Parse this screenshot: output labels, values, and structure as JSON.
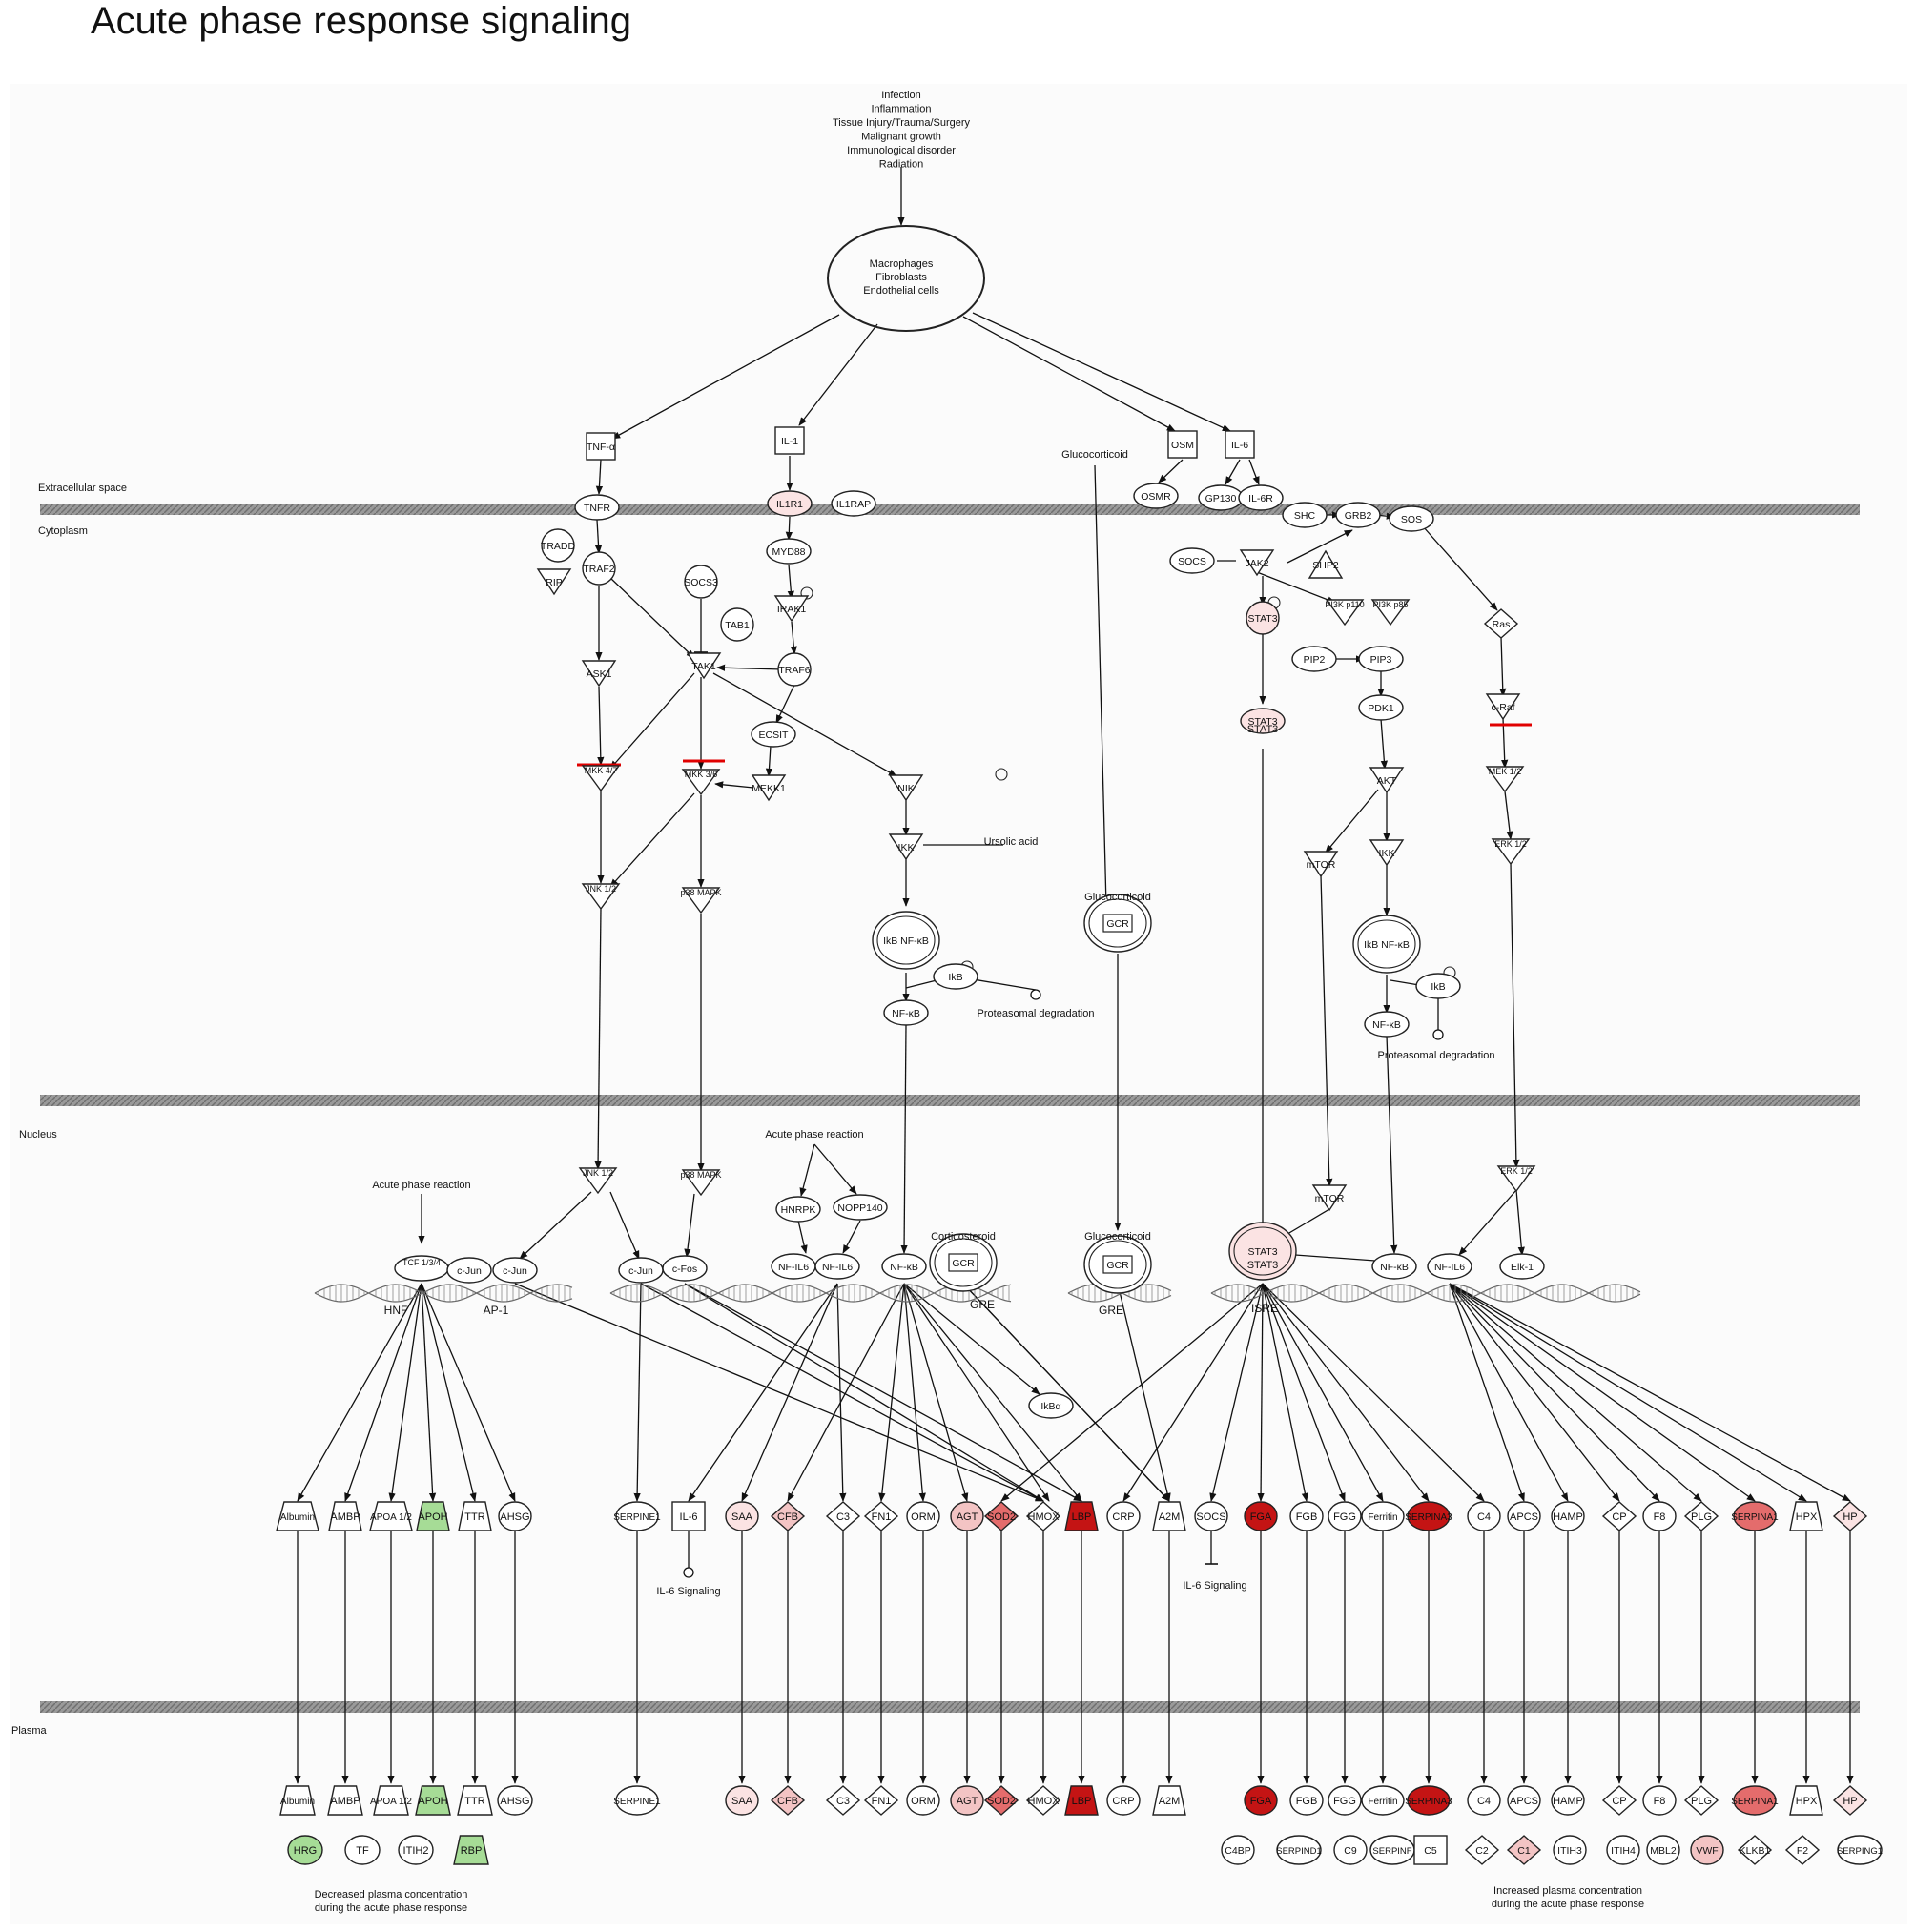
{
  "title": "Acute phase response signaling",
  "compartments": {
    "extracellular": "Extracellular space",
    "cytoplasm": "Cytoplasm",
    "nucleus": "Nucleus",
    "plasma": "Plasma"
  },
  "stimuli": [
    "Infection",
    "Inflammation",
    "Tissue Injury/Trauma/Surgery",
    "Malignant growth",
    "Immunological disorder",
    "Radiation"
  ],
  "cells": [
    "Macrophages",
    "Fibroblasts",
    "Endothelial cells"
  ],
  "colors": {
    "up_strong": "#c41414",
    "up_medium": "#e46c6c",
    "up_light": "#f3c4c4",
    "up_faint": "#fbe3e3",
    "down": "#a6dc96",
    "down_light": "#d2ecc8",
    "membrane": "#8a8a8a",
    "inhibition_mark": "#e00000",
    "edge": "#111111"
  },
  "nodes": [
    {
      "id": "tnfa",
      "label": "TNF-α",
      "shape": "square"
    },
    {
      "id": "il1",
      "label": "IL-1",
      "shape": "square"
    },
    {
      "id": "gluc_ex",
      "label": "Glucocorticoid",
      "shape": "text"
    },
    {
      "id": "osm",
      "label": "OSM",
      "shape": "square"
    },
    {
      "id": "il6",
      "label": "IL-6",
      "shape": "square"
    },
    {
      "id": "tnfr",
      "label": "TNFR",
      "shape": "ellipse"
    },
    {
      "id": "il1r1",
      "label": "IL1R1",
      "shape": "ellipse",
      "fill": "up_faint"
    },
    {
      "id": "il1rap",
      "label": "IL1RAP",
      "shape": "ellipse"
    },
    {
      "id": "osmr",
      "label": "OSMR",
      "shape": "ellipse"
    },
    {
      "id": "gp130",
      "label": "GP130",
      "shape": "ellipse"
    },
    {
      "id": "il6r",
      "label": "IL-6R",
      "shape": "ellipse"
    },
    {
      "id": "shc",
      "label": "SHC",
      "shape": "ellipse"
    },
    {
      "id": "grb2",
      "label": "GRB2",
      "shape": "ellipse"
    },
    {
      "id": "sos",
      "label": "SOS",
      "shape": "ellipse"
    },
    {
      "id": "tradd",
      "label": "TRADD",
      "shape": "circle"
    },
    {
      "id": "rip",
      "label": "RIP",
      "shape": "triangle"
    },
    {
      "id": "traf2",
      "label": "TRAF2",
      "shape": "circle"
    },
    {
      "id": "myd88",
      "label": "MYD88",
      "shape": "ellipse"
    },
    {
      "id": "socs3",
      "label": "SOCS3",
      "shape": "circle"
    },
    {
      "id": "tab1",
      "label": "TAB1",
      "shape": "circle"
    },
    {
      "id": "irak1",
      "label": "IRAK1",
      "shape": "triangle"
    },
    {
      "id": "socs_c",
      "label": "SOCS",
      "shape": "ellipse"
    },
    {
      "id": "jak2",
      "label": "JAK2",
      "shape": "triangle"
    },
    {
      "id": "shp2",
      "label": "SHP2",
      "shape": "uptriangle"
    },
    {
      "id": "stat3a",
      "label": "STAT3",
      "shape": "circle",
      "fill": "up_faint"
    },
    {
      "id": "pi3k1",
      "label": "PI3K p110",
      "shape": "triangle"
    },
    {
      "id": "pi3k2",
      "label": "PI3K p85",
      "shape": "triangle"
    },
    {
      "id": "ras",
      "label": "Ras",
      "shape": "diamond"
    },
    {
      "id": "ask1",
      "label": "ASK1",
      "shape": "triangle"
    },
    {
      "id": "tak1",
      "label": "TAK1",
      "shape": "triangle"
    },
    {
      "id": "traf6",
      "label": "TRAF6",
      "shape": "circle"
    },
    {
      "id": "pip2",
      "label": "PIP2",
      "shape": "ellipse"
    },
    {
      "id": "pip3",
      "label": "PIP3",
      "shape": "ellipse"
    },
    {
      "id": "stat3dim",
      "label": "STAT3",
      "shape": "ellipse",
      "fill": "up_faint"
    },
    {
      "id": "stat3dim2",
      "label": "STAT3",
      "shape": "text"
    },
    {
      "id": "craf",
      "label": "c-Raf",
      "shape": "triangle"
    },
    {
      "id": "pdk1",
      "label": "PDK1",
      "shape": "ellipse"
    },
    {
      "id": "ecsit",
      "label": "ECSIT",
      "shape": "ellipse"
    },
    {
      "id": "mkk47",
      "label": "MKK 4/7",
      "shape": "triangle"
    },
    {
      "id": "mkk36",
      "label": "MKK 3/6",
      "shape": "triangle"
    },
    {
      "id": "mekk1",
      "label": "MEKK1",
      "shape": "triangle"
    },
    {
      "id": "nik",
      "label": "NIK",
      "shape": "triangle"
    },
    {
      "id": "akt",
      "label": "AKT",
      "shape": "triangle"
    },
    {
      "id": "mek12",
      "label": "MEK 1/2",
      "shape": "triangle"
    },
    {
      "id": "ikk1",
      "label": "IKK",
      "shape": "triangle"
    },
    {
      "id": "ursolic",
      "label": "Ursolic acid",
      "shape": "text"
    },
    {
      "id": "mtor_c",
      "label": "mTOR",
      "shape": "triangle"
    },
    {
      "id": "ikk2",
      "label": "IKK",
      "shape": "triangle"
    },
    {
      "id": "erk12_c",
      "label": "ERK 1/2",
      "shape": "triangle"
    },
    {
      "id": "jnk12_c",
      "label": "JNK 1/2",
      "shape": "triangle"
    },
    {
      "id": "p38_c",
      "label": "p38 MAPK",
      "shape": "triangle"
    },
    {
      "id": "ikb_nfkb1",
      "label": "IkB NF-κB",
      "shape": "complex"
    },
    {
      "id": "gcr_c",
      "label": "GCR",
      "shape": "complex"
    },
    {
      "id": "gluc_c",
      "label": "Glucocorticoid",
      "shape": "text"
    },
    {
      "id": "ikb_nfkb2",
      "label": "IkB NF-κB",
      "shape": "complex"
    },
    {
      "id": "ikb1",
      "label": "IkB",
      "shape": "ellipse"
    },
    {
      "id": "ikb2",
      "label": "IkB",
      "shape": "ellipse"
    },
    {
      "id": "nfkb1",
      "label": "NF-κB",
      "shape": "ellipse"
    },
    {
      "id": "nfkb2",
      "label": "NF-κB",
      "shape": "ellipse"
    },
    {
      "id": "proteasomal1",
      "label": "Proteasomal degradation",
      "shape": "text"
    },
    {
      "id": "proteasomal2",
      "label": "Proteasomal degradation",
      "shape": "text"
    },
    {
      "id": "apr1",
      "label": "Acute phase reaction",
      "shape": "text"
    },
    {
      "id": "apr2",
      "label": "Acute phase reaction",
      "shape": "text"
    },
    {
      "id": "jnk12_n",
      "label": "JNK 1/2",
      "shape": "triangle"
    },
    {
      "id": "p38_n",
      "label": "p38 MAPK",
      "shape": "triangle"
    },
    {
      "id": "hnrpk",
      "label": "HNRPK",
      "shape": "ellipse"
    },
    {
      "id": "nopp140",
      "label": "NOPP140",
      "shape": "ellipse"
    },
    {
      "id": "mtor_n",
      "label": "mTOR",
      "shape": "triangle"
    },
    {
      "id": "erk12_n",
      "label": "ERK 1/2",
      "shape": "triangle"
    },
    {
      "id": "cortico",
      "label": "Corticosteroid",
      "shape": "text"
    },
    {
      "id": "gluc_n",
      "label": "Glucocorticoid",
      "shape": "text"
    },
    {
      "id": "tcf",
      "label": "TCF 1/3/4",
      "shape": "ellipse"
    },
    {
      "id": "cjun1",
      "label": "c-Jun",
      "shape": "ellipse"
    },
    {
      "id": "cjun2",
      "label": "c-Jun",
      "shape": "ellipse"
    },
    {
      "id": "cjun3",
      "label": "c-Jun",
      "shape": "ellipse"
    },
    {
      "id": "cfos",
      "label": "c-Fos",
      "shape": "ellipse"
    },
    {
      "id": "nfil6a",
      "label": "NF-IL6",
      "shape": "ellipse"
    },
    {
      "id": "nfil6b",
      "label": "NF-IL6",
      "shape": "ellipse"
    },
    {
      "id": "nfkbn1",
      "label": "NF-κB",
      "shape": "ellipse"
    },
    {
      "id": "gcr_n1",
      "label": "GCR",
      "shape": "complex"
    },
    {
      "id": "gcr_n2",
      "label": "GCR",
      "shape": "complex"
    },
    {
      "id": "stat3n",
      "label": "STAT3",
      "shape": "complex",
      "fill": "up_faint"
    },
    {
      "id": "stat3n2",
      "label": "STAT3",
      "shape": "text"
    },
    {
      "id": "nfkbn2",
      "label": "NF-κB",
      "shape": "ellipse"
    },
    {
      "id": "nfil6c",
      "label": "NF-IL6",
      "shape": "ellipse"
    },
    {
      "id": "elk1",
      "label": "Elk-1",
      "shape": "ellipse"
    },
    {
      "id": "ikba",
      "label": "IkBα",
      "shape": "ellipse"
    }
  ],
  "dna_labels": [
    "HNF",
    "AP-1",
    "GRE",
    "GRE",
    "ISRE"
  ],
  "targets": [
    {
      "label": "Albumin",
      "shape": "trapezoid",
      "fill": ""
    },
    {
      "label": "AMBP",
      "shape": "trapezoid",
      "fill": ""
    },
    {
      "label": "APOA 1/2",
      "shape": "trapezoid",
      "fill": ""
    },
    {
      "label": "APOH",
      "shape": "trapezoid",
      "fill": "down"
    },
    {
      "label": "TTR",
      "shape": "trapezoid",
      "fill": ""
    },
    {
      "label": "AHSG",
      "shape": "circle",
      "fill": ""
    },
    {
      "label": "SERPINE1",
      "shape": "circle",
      "fill": ""
    },
    {
      "label": "IL-6",
      "shape": "square",
      "fill": ""
    },
    {
      "label": "SAA",
      "shape": "circle",
      "fill": "up_faint"
    },
    {
      "label": "CFB",
      "shape": "diamond",
      "fill": "up_light"
    },
    {
      "label": "C3",
      "shape": "diamond",
      "fill": ""
    },
    {
      "label": "FN1",
      "shape": "diamond",
      "fill": ""
    },
    {
      "label": "ORM",
      "shape": "circle",
      "fill": ""
    },
    {
      "label": "AGT",
      "shape": "circle",
      "fill": "up_light"
    },
    {
      "label": "SOD2",
      "shape": "diamond",
      "fill": "up_medium"
    },
    {
      "label": "HMOX",
      "shape": "diamond",
      "fill": ""
    },
    {
      "label": "LBP",
      "shape": "trapezoid",
      "fill": "up_strong"
    },
    {
      "label": "CRP",
      "shape": "circle",
      "fill": ""
    },
    {
      "label": "A2M",
      "shape": "trapezoid",
      "fill": ""
    },
    {
      "label": "SOCS",
      "shape": "circle",
      "fill": ""
    },
    {
      "label": "FGA",
      "shape": "circle",
      "fill": "up_strong"
    },
    {
      "label": "FGB",
      "shape": "circle",
      "fill": ""
    },
    {
      "label": "FGG",
      "shape": "circle",
      "fill": ""
    },
    {
      "label": "Ferritin",
      "shape": "circle",
      "fill": ""
    },
    {
      "label": "SERPINA3",
      "shape": "circle",
      "fill": "up_strong"
    },
    {
      "label": "C4",
      "shape": "circle",
      "fill": ""
    },
    {
      "label": "APCS",
      "shape": "circle",
      "fill": ""
    },
    {
      "label": "HAMP",
      "shape": "circle",
      "fill": ""
    },
    {
      "label": "CP",
      "shape": "diamond",
      "fill": ""
    },
    {
      "label": "F8",
      "shape": "circle",
      "fill": ""
    },
    {
      "label": "PLG",
      "shape": "diamond",
      "fill": ""
    },
    {
      "label": "SERPINA1",
      "shape": "circle",
      "fill": "up_medium"
    },
    {
      "label": "HPX",
      "shape": "trapezoid",
      "fill": ""
    },
    {
      "label": "HP",
      "shape": "diamond",
      "fill": "up_faint"
    }
  ],
  "extra_labels": {
    "il6_signaling_1": "IL-6 Signaling",
    "il6_signaling_2": "IL-6 Signaling"
  },
  "plasma_left": [
    {
      "label": "Albumin",
      "shape": "trapezoid",
      "fill": ""
    },
    {
      "label": "AMBP",
      "shape": "trapezoid",
      "fill": ""
    },
    {
      "label": "APOA 1/2",
      "shape": "trapezoid",
      "fill": ""
    },
    {
      "label": "APOH",
      "shape": "trapezoid",
      "fill": "down"
    },
    {
      "label": "TTR",
      "shape": "trapezoid",
      "fill": ""
    },
    {
      "label": "AHSG",
      "shape": "circle",
      "fill": ""
    },
    {
      "label": "HRG",
      "shape": "circle",
      "fill": "down"
    },
    {
      "label": "TF",
      "shape": "circle",
      "fill": ""
    },
    {
      "label": "ITIH2",
      "shape": "circle",
      "fill": ""
    },
    {
      "label": "RBP",
      "shape": "trapezoid",
      "fill": "down"
    }
  ],
  "plasma_mid": [
    {
      "label": "SERPINE1",
      "shape": "circle",
      "fill": ""
    },
    {
      "label": "SAA",
      "shape": "circle",
      "fill": "up_faint"
    },
    {
      "label": "CFB",
      "shape": "diamond",
      "fill": "up_light"
    },
    {
      "label": "C3",
      "shape": "diamond",
      "fill": ""
    },
    {
      "label": "FN1",
      "shape": "diamond",
      "fill": ""
    },
    {
      "label": "ORM",
      "shape": "circle",
      "fill": ""
    },
    {
      "label": "AGT",
      "shape": "circle",
      "fill": "up_light"
    },
    {
      "label": "SOD2",
      "shape": "diamond",
      "fill": "up_medium"
    },
    {
      "label": "HMOX",
      "shape": "diamond",
      "fill": ""
    },
    {
      "label": "LBP",
      "shape": "trapezoid",
      "fill": "up_strong"
    },
    {
      "label": "CRP",
      "shape": "circle",
      "fill": ""
    },
    {
      "label": "A2M",
      "shape": "trapezoid",
      "fill": ""
    }
  ],
  "plasma_right": [
    {
      "label": "FGA",
      "shape": "circle",
      "fill": "up_strong"
    },
    {
      "label": "FGB",
      "shape": "circle",
      "fill": ""
    },
    {
      "label": "FGG",
      "shape": "circle",
      "fill": ""
    },
    {
      "label": "Ferritin",
      "shape": "circle",
      "fill": ""
    },
    {
      "label": "SERPINA3",
      "shape": "circle",
      "fill": "up_strong"
    },
    {
      "label": "C4",
      "shape": "circle",
      "fill": ""
    },
    {
      "label": "APCS",
      "shape": "circle",
      "fill": ""
    },
    {
      "label": "HAMP",
      "shape": "circle",
      "fill": ""
    },
    {
      "label": "CP",
      "shape": "diamond",
      "fill": ""
    },
    {
      "label": "F8",
      "shape": "circle",
      "fill": ""
    },
    {
      "label": "PLG",
      "shape": "diamond",
      "fill": ""
    },
    {
      "label": "SERPINA1",
      "shape": "circle",
      "fill": "up_medium"
    },
    {
      "label": "HPX",
      "shape": "trapezoid",
      "fill": ""
    },
    {
      "label": "HP",
      "shape": "diamond",
      "fill": "up_faint"
    }
  ],
  "plasma_right_row2": [
    {
      "label": "C4BP",
      "shape": "circle",
      "fill": ""
    },
    {
      "label": "SERPIND1",
      "shape": "circle",
      "fill": ""
    },
    {
      "label": "C9",
      "shape": "circle",
      "fill": ""
    },
    {
      "label": "SERPINF",
      "shape": "circle",
      "fill": ""
    },
    {
      "label": "C5",
      "shape": "square",
      "fill": ""
    },
    {
      "label": "C2",
      "shape": "diamond",
      "fill": ""
    },
    {
      "label": "C1",
      "shape": "diamond",
      "fill": "up_light"
    },
    {
      "label": "ITIH3",
      "shape": "circle",
      "fill": ""
    },
    {
      "label": "ITIH4",
      "shape": "circle",
      "fill": ""
    },
    {
      "label": "MBL2",
      "shape": "circle",
      "fill": ""
    },
    {
      "label": "VWF",
      "shape": "circle",
      "fill": "up_light"
    },
    {
      "label": "KLKB1",
      "shape": "diamond",
      "fill": ""
    },
    {
      "label": "F2",
      "shape": "diamond",
      "fill": ""
    },
    {
      "label": "SERPING1",
      "shape": "circle",
      "fill": ""
    }
  ],
  "notes": {
    "decreased": [
      "Decreased plasma concentration",
      "during the acute phase response"
    ],
    "increased": [
      "Increased plasma concentration",
      "during the acute phase response"
    ]
  }
}
